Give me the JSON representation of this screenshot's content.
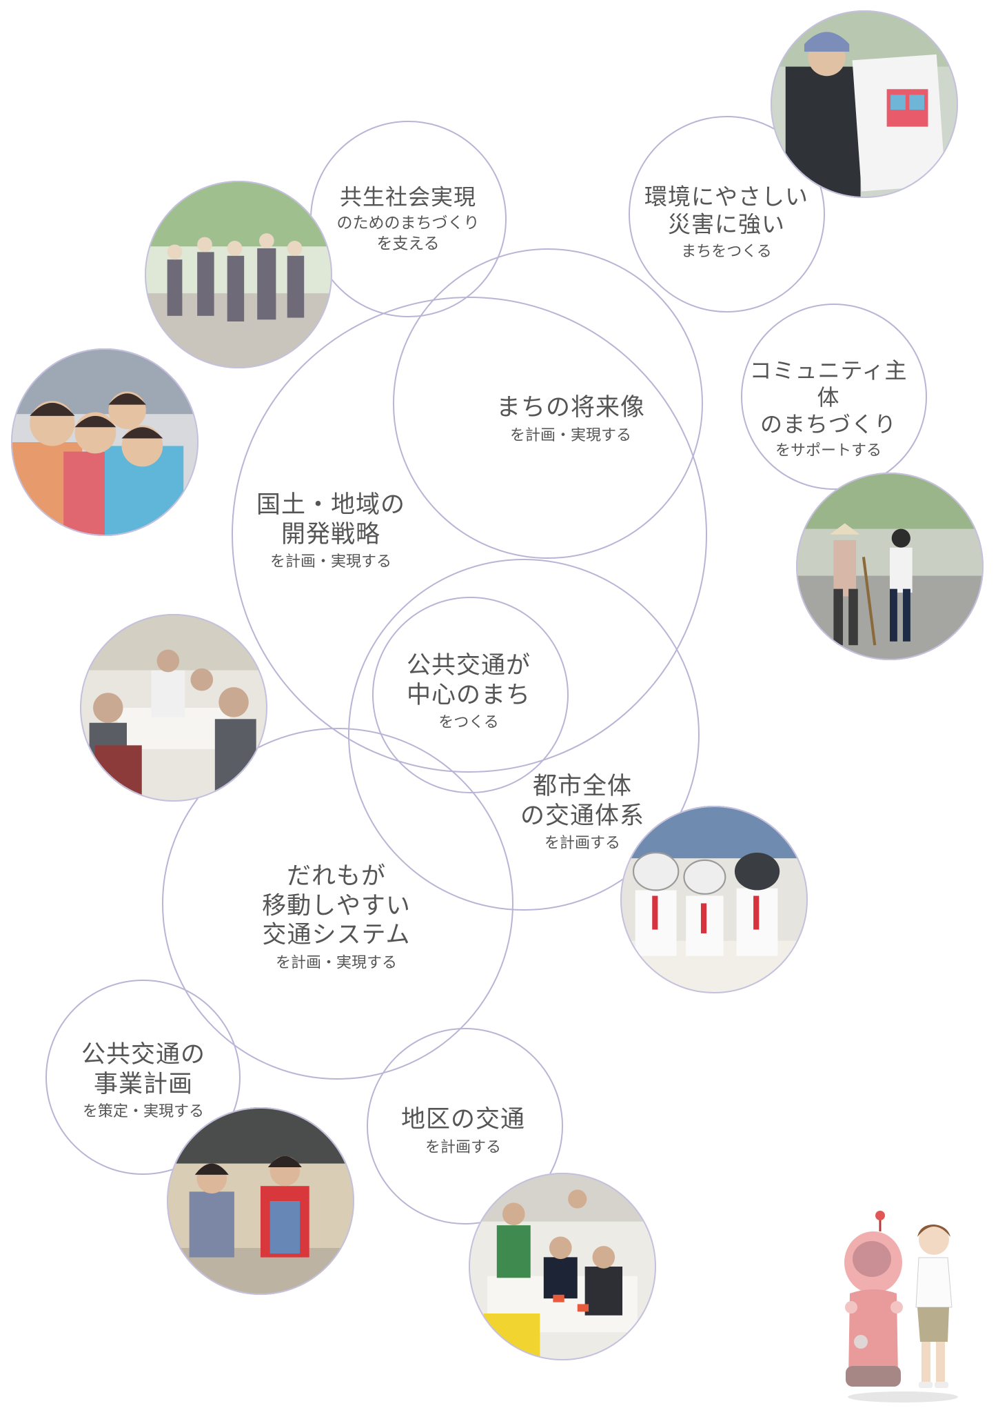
{
  "nodes": {
    "kyosei": {
      "title": "共生社会実現",
      "sub": "のためのまちづくり\nを支える"
    },
    "kankyo": {
      "title": "環境にやさしい\n災害に強い",
      "sub": "まちをつくる"
    },
    "community": {
      "title": "コミュニティ主体\nのまちづくり",
      "sub": "をサポートする"
    },
    "shoraizo": {
      "title": "まちの将来像",
      "sub": "を計画・実現する"
    },
    "kokudo": {
      "title": "国土・地域の\n開発戦略",
      "sub": "を計画・実現する"
    },
    "kokyo": {
      "title": "公共交通が\n中心のまち",
      "sub": "をつくる"
    },
    "toshi": {
      "title": "都市全体\nの交通体系",
      "sub": "を計画する"
    },
    "daremo": {
      "title": "だれもが\n移動しやすい\n交通システム",
      "sub": "を計画・実現する"
    },
    "jigyo": {
      "title": "公共交通の\n事業計画",
      "sub": "を策定・実現する"
    },
    "chiku": {
      "title": "地区の交通",
      "sub": "を計画する"
    }
  },
  "photos": [
    "children-street-photo",
    "elderly-group-photo",
    "girls-portrait-photo",
    "workshop-meeting-photo",
    "child-with-drawing-photo",
    "bicycle-street-photo",
    "students-helmets-photo",
    "students-reading-photo",
    "classroom-workshop-photo"
  ],
  "colors": {
    "ring": "#b9b4d6",
    "text": "#555555"
  }
}
